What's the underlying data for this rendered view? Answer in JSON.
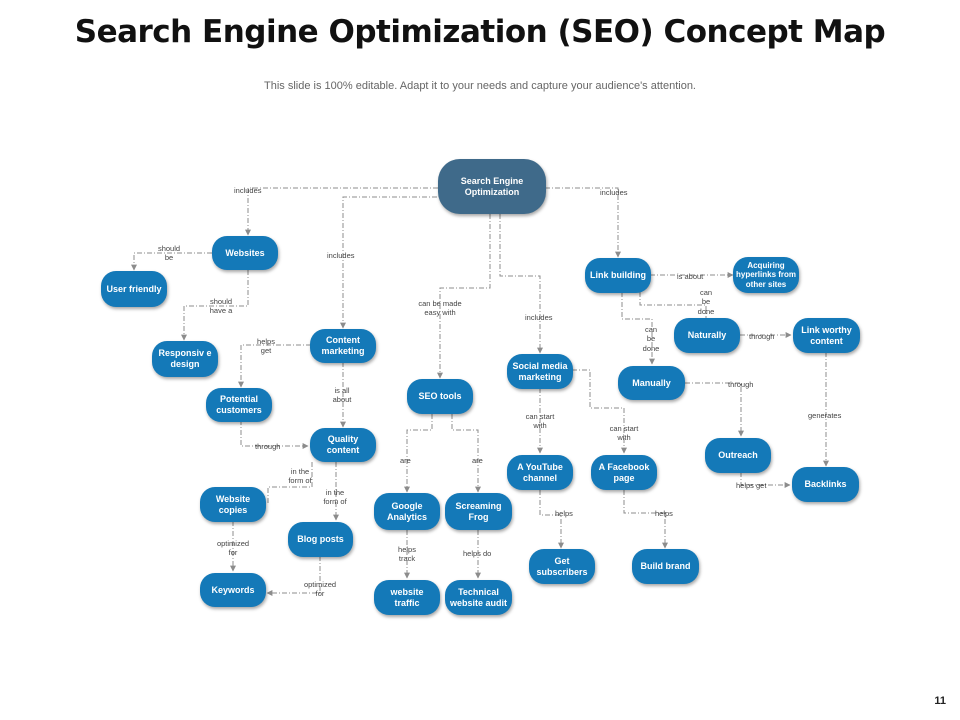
{
  "title": "Search Engine Optimization (SEO) Concept Map",
  "subtitle": "This slide is 100% editable. Adapt it to your needs and capture your audience's attention.",
  "page_number": "11",
  "colors": {
    "node": "#1479b8",
    "root": "#3f6a8a",
    "line": "#8c8c8c"
  },
  "nodes": {
    "seo": "Search Engine Optimization",
    "websites": "Websites",
    "user_friendly": "User friendly",
    "responsive": "Responsiv e design",
    "potential": "Potential customers",
    "content_marketing": "Content marketing",
    "quality": "Quality content",
    "website_copies": "Website copies",
    "keywords": "Keywords",
    "blog": "Blog posts",
    "seo_tools": "SEO tools",
    "google": "Google Analytics",
    "screaming": "Screaming Frog",
    "traffic": "website traffic",
    "audit": "Technical website audit",
    "social": "Social media marketing",
    "youtube": "A YouTube channel",
    "subscribers": "Get subscribers",
    "facebook": "A Facebook page",
    "brand": "Build brand",
    "link_building": "Link building",
    "acquiring": "Acquiring hyperlinks from other sites",
    "naturally": "Naturally",
    "link_worthy": "Link worthy content",
    "manually": "Manually",
    "outreach": "Outreach",
    "backlinks": "Backlinks"
  },
  "edge_labels": {
    "includes_websites": "includes",
    "should_be": "should be",
    "should_have": "should have a",
    "includes_content": "includes",
    "helps_get": "helps get",
    "is_all_about": "is all about",
    "through_quality": "through",
    "in_form_left": "in the form of",
    "in_form_right": "in the form of",
    "optimized_left": "optimized for",
    "optimized_right": "optimized for",
    "made_easy": "can be made easy with",
    "are_google": "are",
    "are_screaming": "are",
    "helps_track": "helps track",
    "helps_do": "helps do",
    "includes_social": "includes",
    "start_youtube": "can start with",
    "start_facebook": "can start with",
    "helps_yt": "helps",
    "helps_fb": "helps",
    "includes_link": "includes",
    "is_about": "is about",
    "can_be_done_1": "can be done",
    "can_be_done_2": "can be done",
    "through_naturally": "through",
    "through_manually": "through",
    "generates": "generates",
    "helps_get_backlinks": "helps get"
  }
}
